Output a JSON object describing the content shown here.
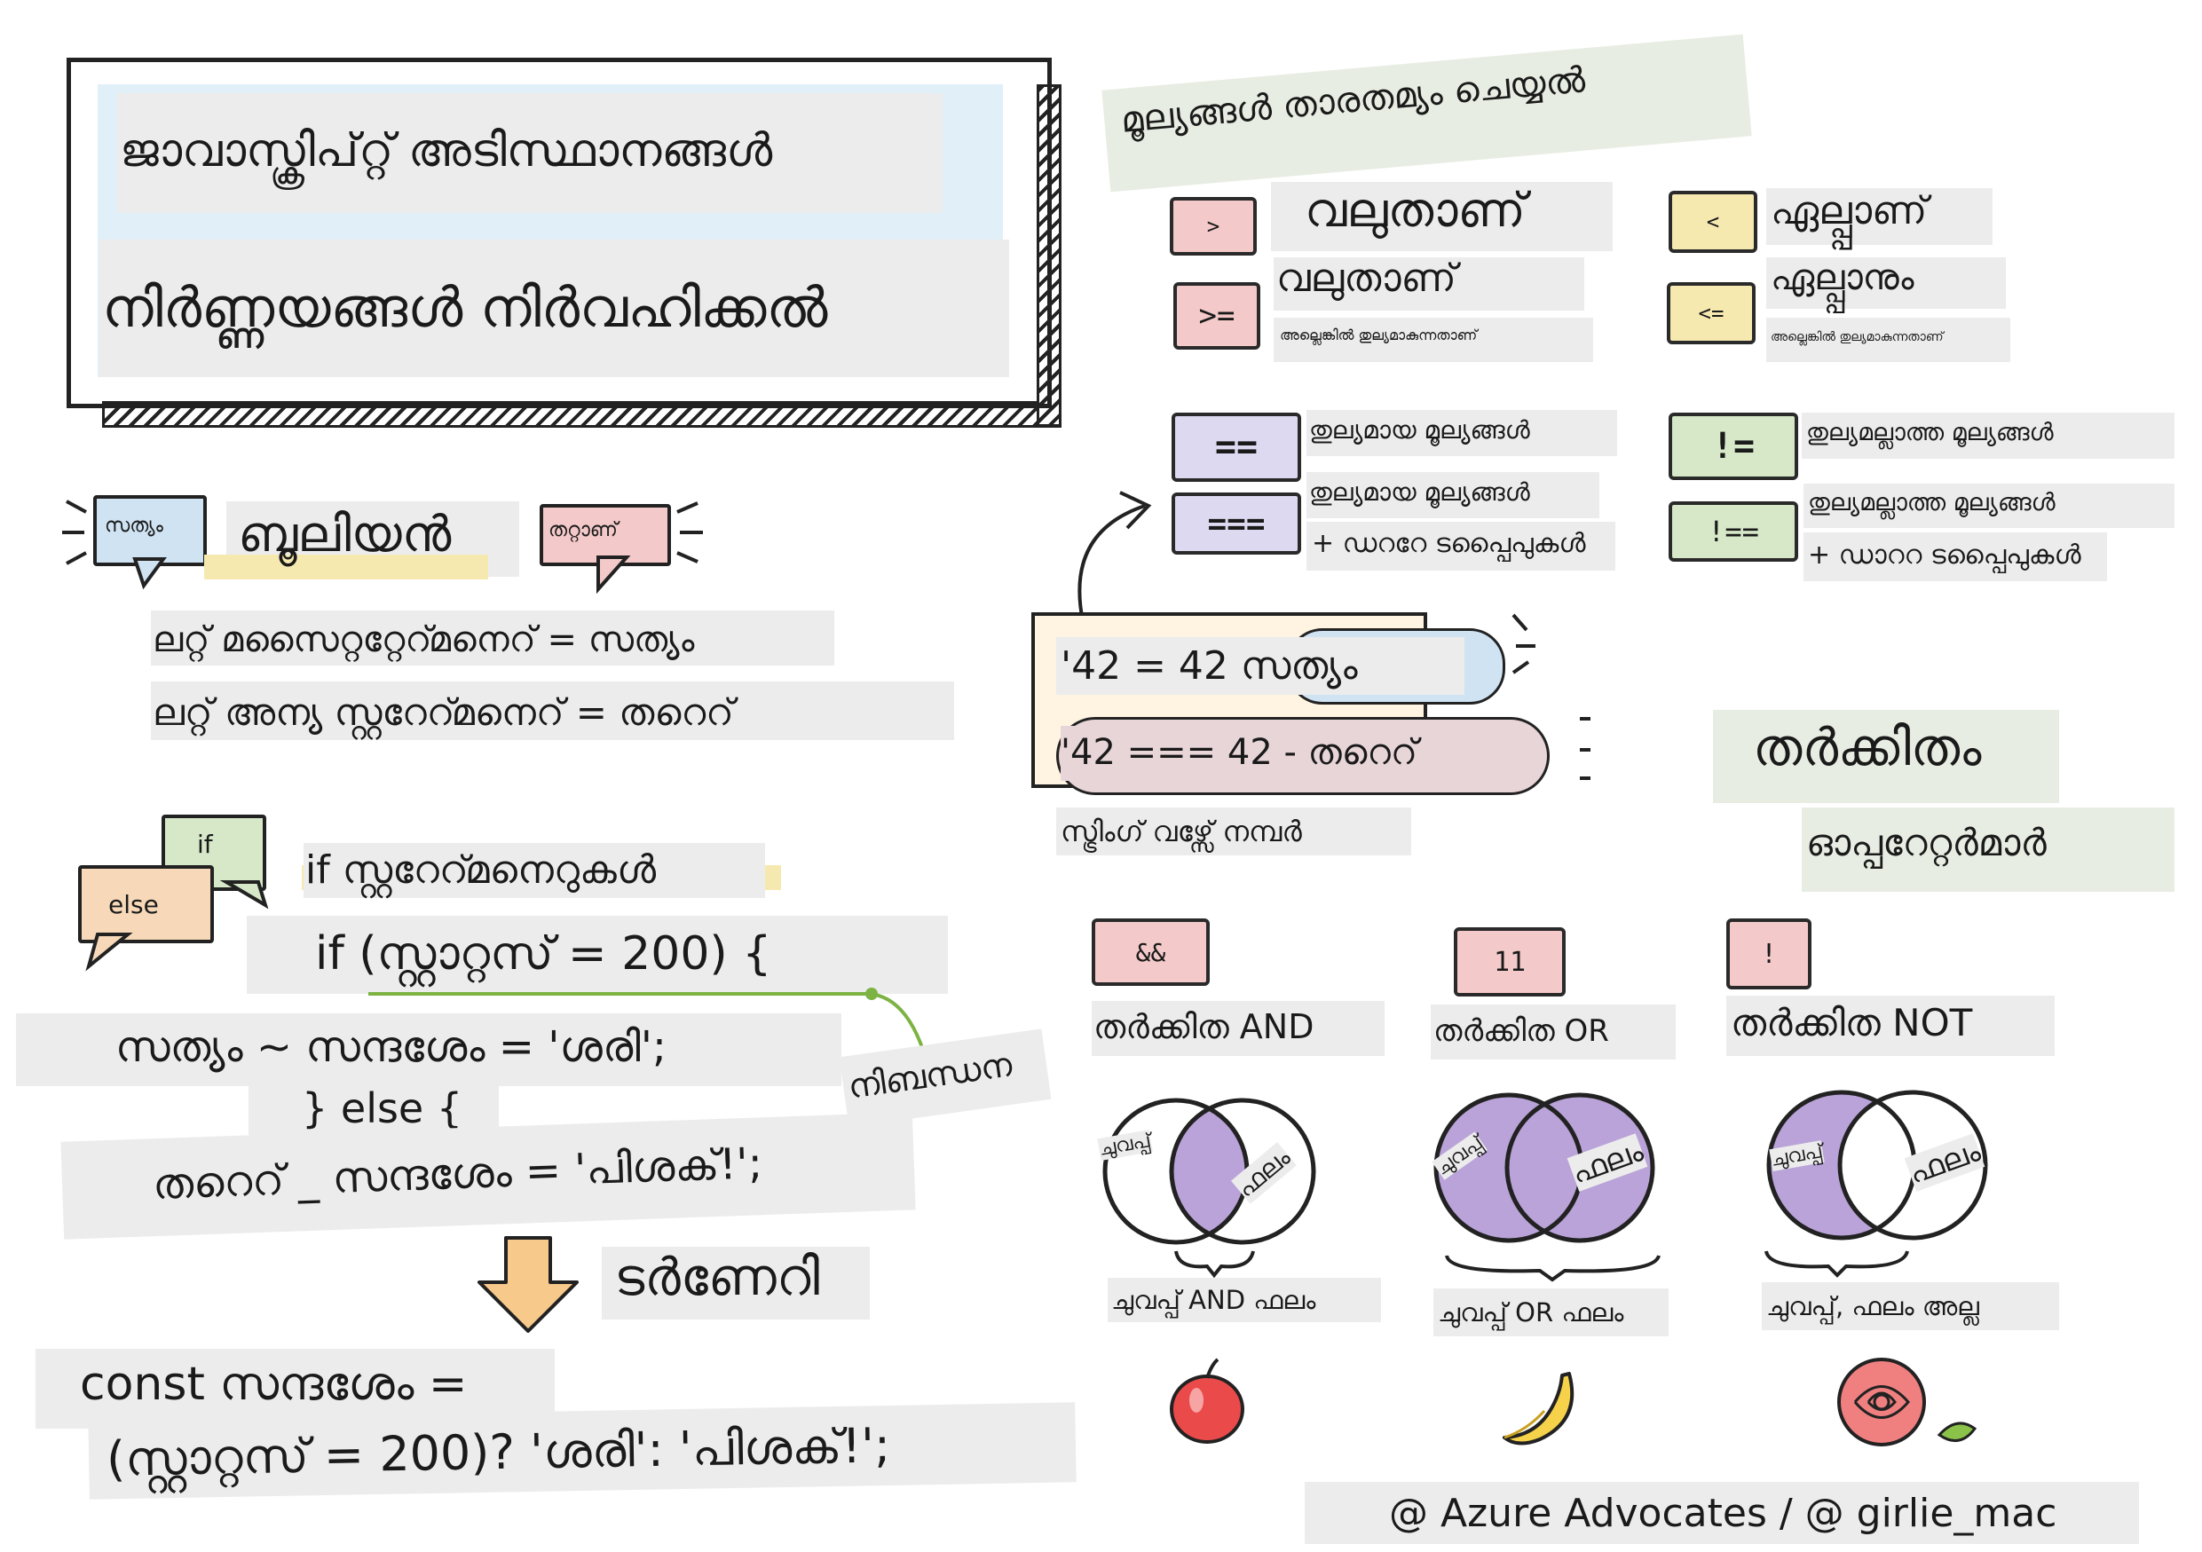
{
  "title": {
    "line1": "ജാവാസ്ക്രിപ്റ്റ് അടിസ്ഥാനങ്ങൾ",
    "line2": "നിർണ്ണയങ്ങൾ നിർവഹിക്കൽ"
  },
  "boolean": {
    "true_bubble": "സത്യം",
    "heading": "ബൂലിയൻ",
    "false_bubble": "തറ്റാണ്",
    "line1": "ലറ്റ് മസൈറ്ററ്റേറ്മനെറ് = സത്യം",
    "line2": "ലറ്റ് അന്യ സ്റ്ററേറ്മനെറ് = തറെറ്"
  },
  "if_section": {
    "if_bubble": "if",
    "else_bubble": "else",
    "heading": "if സ്റ്ററേറ്മനെറുകൾ",
    "code1": "if (സ്റ്റാറ്റസ് = 200) {",
    "code2": "സത്യം ~ സന്ദശേം = 'ശരി';",
    "condition_label": "നിബന്ധന",
    "code3": "} else {",
    "code4": "തറെറ് _ സന്ദശേം = 'പിശക്!';"
  },
  "ternary": {
    "heading": "ടർണേറി",
    "code1": "const സന്ദശേം =",
    "code2": "(സ്റ്റാറ്റസ് = 200)? 'ശരി': 'പിശക്!';"
  },
  "comparison": {
    "heading": "മൂല്യങ്ങൾ താരതമ്യം ചെയ്യൽ",
    "gt_symbol": ">",
    "gt_label": "വലുതാണ്",
    "gte_symbol": ">=",
    "gte_label": "വലുതാണ്",
    "gte_sub": "അല്ലെങ്കിൽ തുല്യമാകുന്നതാണ്",
    "lt_symbol": "<",
    "lt_label": "ഏല്പ്പാണ്",
    "lte_symbol": "<=",
    "lte_label": "ഏല്പ്പാനും",
    "lte_sub": "അല്ലെങ്കിൽ തുല്യമാകുന്നതാണ്",
    "eq_symbol": "==",
    "eq_label": "തുല്യമായ മൂല്യങ്ങൾ",
    "seq_symbol": "===",
    "seq_label1": "തുല്യമായ മൂല്യങ്ങൾ",
    "seq_label2": "+ ഡററേ ടപ്പൈപുകൾ",
    "neq_symbol": "!=",
    "neq_label": "തുല്യമല്ലാത്ത മൂല്യങ്ങൾ",
    "sneq_symbol": "!==",
    "sneq_label1": "തുല്യമല്ലാത്ത മൂല്യങ്ങൾ",
    "sneq_label2": "+ ഡാററ ടപ്പൈപുകൾ",
    "example1": "'42 = 42 സത്യം",
    "example2": "'42 === 42 - തറെറ്",
    "example_caption": "സ്ട്രിംഗ് വഴ്സേ് നമ്പർ"
  },
  "logical": {
    "heading1": "തർക്കിതം",
    "heading2": "ഓപ്പറേറ്റർമാർ",
    "and_symbol": "&&",
    "and_label": "തർക്കിത AND",
    "and_left": "ചുവപ്പ്",
    "and_right": "ഫലം",
    "and_caption": "ചുവപ്പ് AND ഫലം",
    "or_symbol": "11",
    "or_label": "തർക്കിത OR",
    "or_left": "ചുവപ്പ്",
    "or_right": "ഫലം",
    "or_caption": "ചുവപ്പ് OR ഫലം",
    "not_symbol": "!",
    "not_label": "തർക്കിത NOT",
    "not_left": "ചുവപ്പ്",
    "not_right": "ഫലം",
    "not_caption": "ചുവപ്പ്, ഫലം അല്ല"
  },
  "credit": "@ Azure Advocates / @ girlie_mac",
  "colors": {
    "pink": "#f4c9c9",
    "yellow": "#f6e9b0",
    "lavender": "#dcd9f0",
    "green": "#d7e8c8",
    "blue": "#cfe3f3",
    "orange": "#f7c98a",
    "purple_fill": "#b9a3d8"
  },
  "icons": [
    "speech-bubble",
    "down-arrow",
    "curved-arrow",
    "apple",
    "banana",
    "rose"
  ]
}
